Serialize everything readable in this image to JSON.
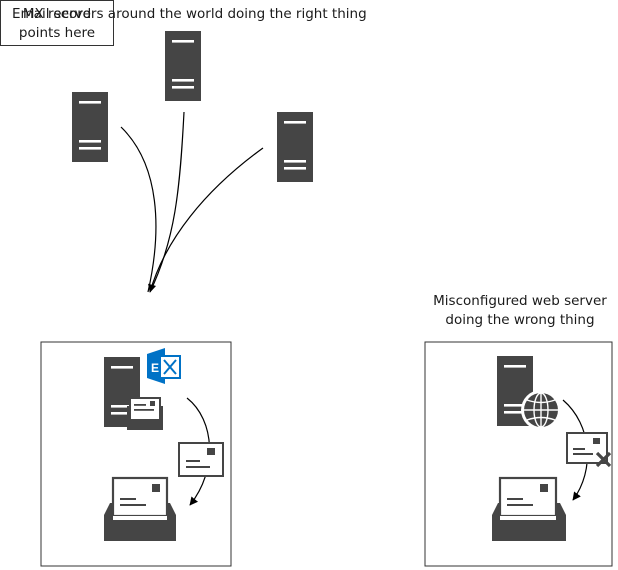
{
  "diagram": {
    "title": "Email servers around the world doing the right thing",
    "mx_label": {
      "line1": "MX record",
      "line2": "points here"
    },
    "right_label": {
      "line1": "Misconfigured web server",
      "line2": "doing the wrong thing"
    },
    "icons": {
      "remote_servers": [
        "server-icon",
        "server-icon",
        "server-icon"
      ],
      "left_box": [
        "server-icon",
        "exchange-icon",
        "inbox-tray-icon",
        "envelope-icon",
        "mail-tray-icon"
      ],
      "right_box": [
        "server-icon",
        "globe-icon",
        "envelope-reject-icon",
        "mail-tray-icon"
      ]
    },
    "colors": {
      "icon": "#454545",
      "exchange_blue": "#0072c6",
      "line": "#000000"
    }
  }
}
